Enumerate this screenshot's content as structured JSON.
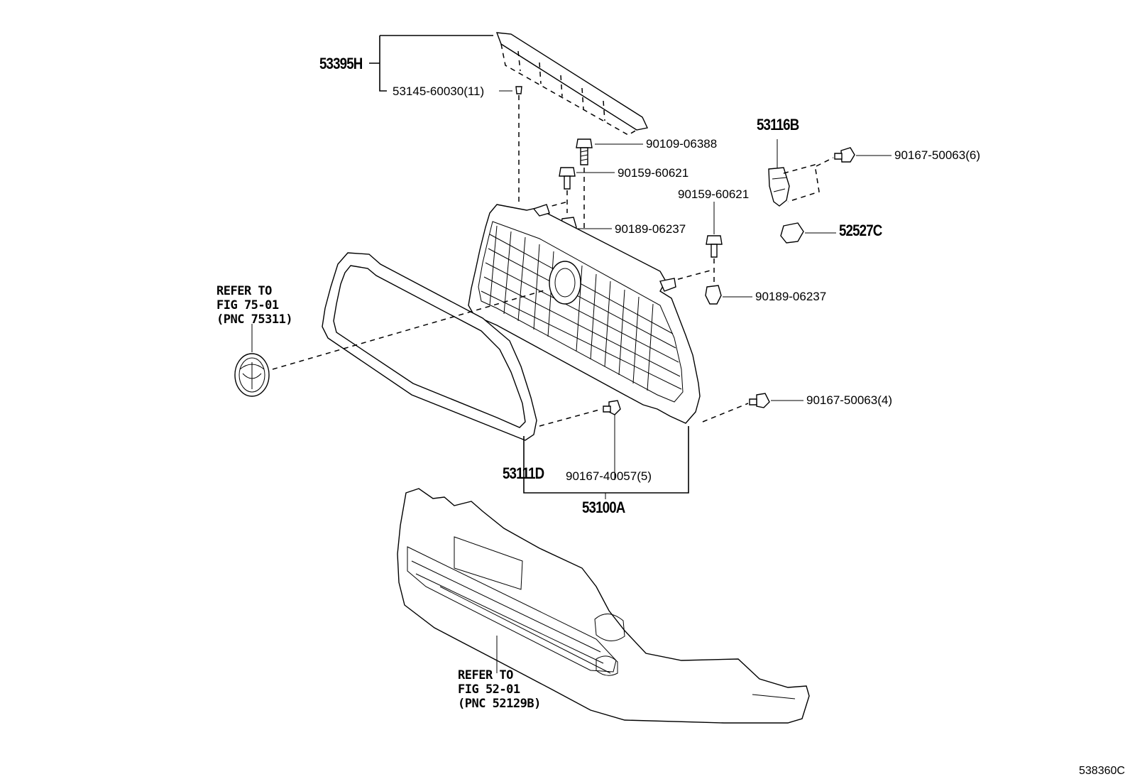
{
  "diagram": {
    "image_code": "538360C",
    "parts": {
      "upper_molding": "53395H",
      "upper_molding_clip": "53145-60030(11)",
      "bolt_a": "90109-06388",
      "bolt_b": "90159-60621",
      "nut_a": "90189-06237",
      "bracket": "53116B",
      "bracket_clip": "90167-50063(6)",
      "bolt_c": "90159-60621",
      "clip_52527": "52527C",
      "nut_b": "90189-06237",
      "clip_right": "90167-50063(4)",
      "grille_frame": "53111D",
      "grille_clip": "90167-40057(5)",
      "grille_assy": "53100A"
    },
    "refer_emblem": {
      "line1": "REFER TO",
      "line2": "FIG 75-01",
      "line3": "(PNC 75311)"
    },
    "refer_bumper": {
      "line1": "REFER TO",
      "line2": "FIG 52-01",
      "line3": "(PNC 52129B)"
    }
  }
}
